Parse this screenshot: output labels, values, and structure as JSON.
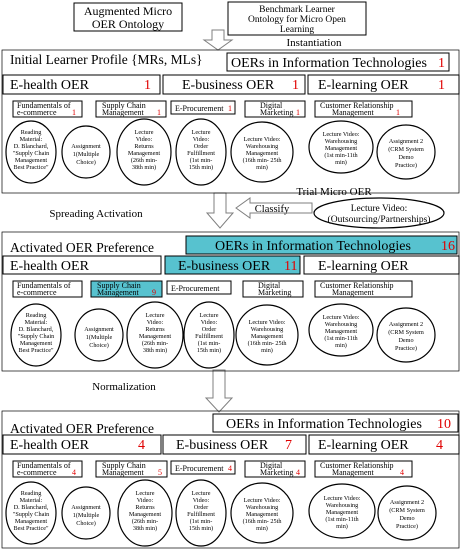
{
  "top": {
    "ontology": [
      "Augmented Micro",
      "OER Ontology"
    ],
    "benchmark": [
      "Benchmark Learner",
      "Ontology for Micro Open",
      "Learning"
    ],
    "instantiation": "Instantiation",
    "spreading": "Spreading Activation",
    "classify": "Classify",
    "trial": "Trial Micro OER",
    "trial_item": [
      "Lecture Video:",
      "(Outsourcing/Partnerships)"
    ],
    "normalization": "Normalization"
  },
  "panels": [
    {
      "title": "Initial Learner Profile {MRs, MLs}",
      "header": "OERs in Information Technologies",
      "header_score": "1",
      "oers": [
        {
          "label": "E-health OER",
          "score": "1"
        },
        {
          "label": "E-business OER",
          "score": "1"
        },
        {
          "label": "E-learning OER",
          "score": "1"
        }
      ],
      "cats": [
        {
          "label": [
            "Fundamentals of",
            "e-commerce"
          ],
          "score": "1"
        },
        {
          "label": [
            "Supply Chain",
            "Management"
          ],
          "score": "1"
        },
        {
          "label": [
            "E-Procurement"
          ],
          "score": "1"
        },
        {
          "label": [
            "Digital",
            "Marketing"
          ],
          "score": "1"
        },
        {
          "label": [
            "Customer Relationship",
            "Management"
          ],
          "score": "1"
        }
      ]
    },
    {
      "title": "Activated OER Preference",
      "header": "OERs in Information Technologies",
      "header_score": "16",
      "oers": [
        {
          "label": "E-health OER",
          "score": ""
        },
        {
          "label": "E-business OER",
          "score": "11"
        },
        {
          "label": "E-learning OER",
          "score": ""
        }
      ],
      "cats": [
        {
          "label": [
            "Fundamentals of",
            "e-commerce"
          ],
          "score": ""
        },
        {
          "label": [
            "Supply Chain",
            "Management"
          ],
          "score": "9"
        },
        {
          "label": [
            "E-Procurement"
          ],
          "score": ""
        },
        {
          "label": [
            "Digital",
            "Marketing"
          ],
          "score": ""
        },
        {
          "label": [
            "Customer Relationship",
            "Management"
          ],
          "score": ""
        }
      ]
    },
    {
      "title": "Activated OER Preference",
      "header": "OERs in Information Technologies",
      "header_score": "10",
      "oers": [
        {
          "label": "E-health OER",
          "score": "4"
        },
        {
          "label": "E-business OER",
          "score": "7"
        },
        {
          "label": "E-learning OER",
          "score": "4"
        }
      ],
      "cats": [
        {
          "label": [
            "Fundamentals of",
            "e-commerce"
          ],
          "score": "4"
        },
        {
          "label": [
            "Supply Chain",
            "Management"
          ],
          "score": "5"
        },
        {
          "label": [
            "E-Procurement"
          ],
          "score": "4"
        },
        {
          "label": [
            "Digital",
            "Marketing"
          ],
          "score": "4"
        },
        {
          "label": [
            "Customer Relationship",
            "Management"
          ],
          "score": "4"
        }
      ]
    }
  ],
  "leaves": [
    [
      "Reading",
      "Material:",
      "D. Blanchard,",
      "\"Supply Chain",
      "Management",
      "Best Practice\""
    ],
    [
      "Assignment",
      "1(Multiple",
      "Choice)"
    ],
    [
      "Lecture",
      "Video:",
      "Returns",
      "Management",
      "(26th min-",
      "38th min)"
    ],
    [
      "Lecture",
      "Video:",
      "Order",
      "Fulfillment",
      "(1st min-",
      "15th min)"
    ],
    [
      "Lecture Video:",
      "Warehousing",
      "Management",
      "(16th min- 25th",
      "min)"
    ],
    [
      "Lecture Video:",
      "Warehousing",
      "Management",
      "(1st min-11th",
      "min)"
    ],
    [
      "Assignment 2",
      "(CRM System",
      "Demo",
      "Practice)"
    ]
  ],
  "colors": {
    "accent": "#57c2cf",
    "score": "#e00000",
    "arrow": "#7f7f7f"
  }
}
